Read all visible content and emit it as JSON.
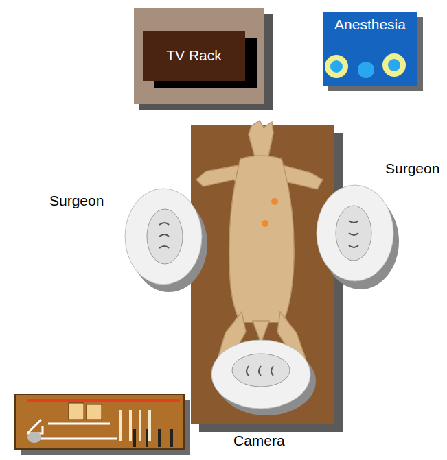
{
  "diagram": {
    "nodes": [
      {
        "text": [
          "TV Rack"
        ]
      },
      {
        "text": [
          "Anesthesia"
        ]
      }
    ],
    "labels": [
      "Surgeon",
      "Surgeon",
      "Camera"
    ]
  }
}
